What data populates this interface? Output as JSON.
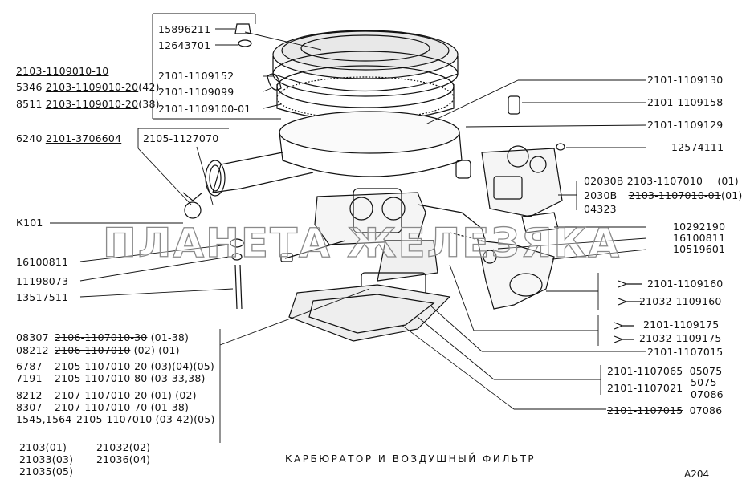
{
  "title": "КАРБЮРАТОР И ВОЗДУШНЫЙ ФИЛЬТР",
  "sheet_code": "А204",
  "watermark": "ПЛАНЕТА ЖЕЛЕЗЯКА",
  "callouts_top": {
    "c1": "15896211",
    "c2": "12643701",
    "c3": "2101-1109152",
    "c4": "2101-1109099",
    "c5": "2101-1109100-01"
  },
  "left_filter": {
    "main": "2103-1109010-10",
    "r1_code": "5346",
    "r1_part": "2103-1109010-20",
    "r1_note": "(42)",
    "r2_code": "8511",
    "r2_part": "2103-1109010-20",
    "r2_note": "(38)"
  },
  "left_parts": {
    "p6240_code": "6240",
    "p6240_part": "2101-3706604",
    "p2105": "2105-1127070",
    "k101": "К101",
    "p16100811": "16100811",
    "p11198073": "11198073",
    "p13517511": "13517511"
  },
  "right_parts": {
    "r1": "2101-1109130",
    "r2": "2101-1109158",
    "r3": "2101-1109129",
    "r4": "12574111",
    "carb_a": "02030В",
    "carb_a_part": "2103-1107010",
    "carb_a_note": "(01)",
    "carb_b": "2030В",
    "carb_b_part": "2103-1107010-01",
    "carb_b_note": "(01)",
    "carb_c": "04323",
    "r5": "10292190",
    "r6": "16100811",
    "r7": "10519601",
    "r8": "2101-1109160",
    "r9": "21032-1109160",
    "r10": "2101-1109175",
    "r11": "21032-1109175",
    "r12": "2101-1107015",
    "r13_part": "2101-1107065",
    "r13_code": "05075",
    "r14_code": "5075",
    "r15_part": "2101-1107021",
    "r15_code": "07086",
    "r16_part": "2101-1107015",
    "r16_code": "07086"
  },
  "carb_list": [
    {
      "code": "08307",
      "part": "2106-1107010-30",
      "note": "(01-38)"
    },
    {
      "code": "08212",
      "part": "2106-1107010",
      "note": "(02) (01)"
    },
    {
      "code": "6787",
      "part": "2105-1107010-20",
      "note": "(03)(04)(05)"
    },
    {
      "code": "7191",
      "part": "2105-1107010-80",
      "note": "(03-33,38)"
    },
    {
      "code": "8212",
      "part": "2107-1107010-20",
      "note": "(01) (02)"
    },
    {
      "code": "8307",
      "part": "2107-1107010-70",
      "note": "(01-38)"
    },
    {
      "code": "1545,1564",
      "part": "2105-1107010",
      "note": "(03-42)(05)"
    }
  ],
  "models": {
    "m1": "2103(01)",
    "m2": "21032(02)",
    "m3": "21033(03)",
    "m4": "21036(04)",
    "m5": "21035(05)"
  }
}
